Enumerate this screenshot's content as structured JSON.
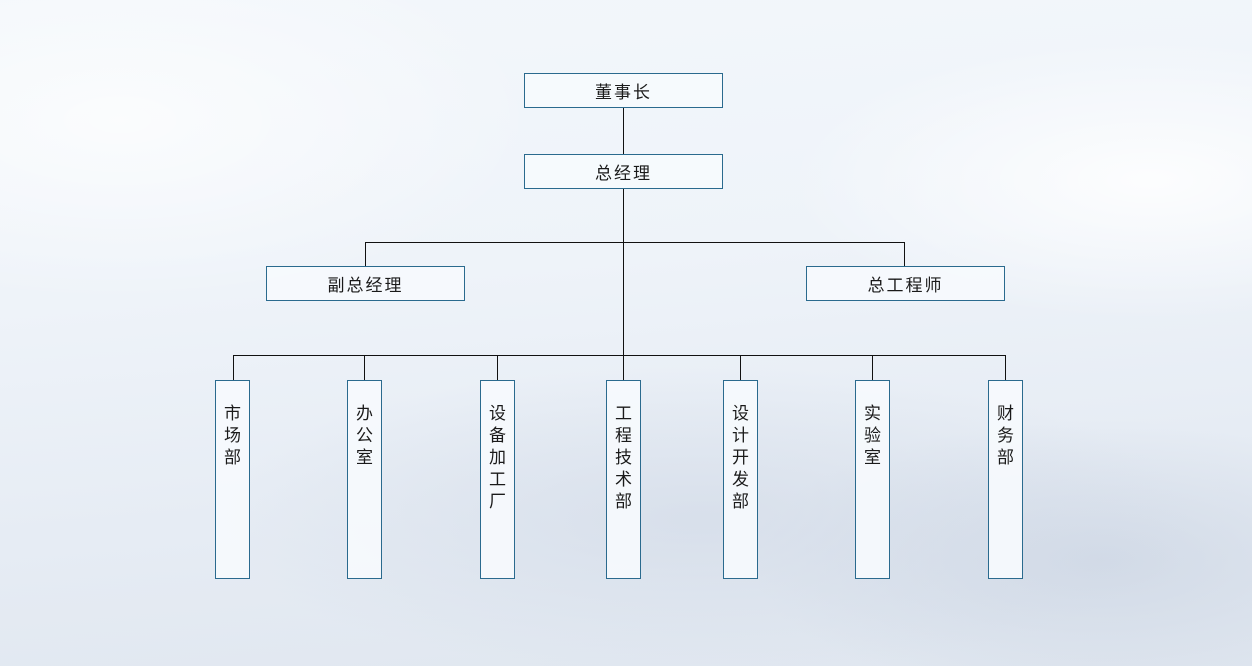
{
  "org_chart": {
    "chairman": "董事长",
    "general_manager": "总经理",
    "deputy_general_manager": "副总经理",
    "chief_engineer": "总工程师",
    "departments": [
      "市场部",
      "办公室",
      "设备加工厂",
      "工程技术部",
      "设计开发部",
      "实验室",
      "财务部"
    ]
  },
  "colors": {
    "box_border": "#2a6a8e",
    "connector_line": "#111111"
  }
}
